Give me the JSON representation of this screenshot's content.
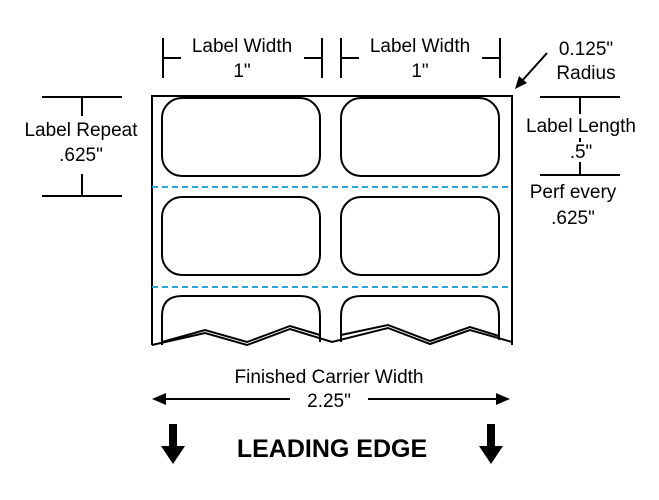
{
  "dimensions": {
    "label_width_1": {
      "label": "Label Width",
      "value": "1\""
    },
    "label_width_2": {
      "label": "Label Width",
      "value": "1\""
    },
    "radius": {
      "value": "0.125\"",
      "label": "Radius"
    },
    "label_repeat": {
      "label": "Label Repeat",
      "value": ".625\""
    },
    "label_length": {
      "label": "Label Length",
      "value": ".5\""
    },
    "perf": {
      "label": "Perf every",
      "value": ".625\""
    },
    "carrier_width": {
      "label": "Finished Carrier Width",
      "value": "2.25\""
    }
  },
  "leading_edge": "LEADING EDGE",
  "colors": {
    "perforation": "#2aa5d8",
    "ink": "#000000"
  },
  "icons": [
    "down-arrow-icon",
    "down-arrow-icon"
  ]
}
